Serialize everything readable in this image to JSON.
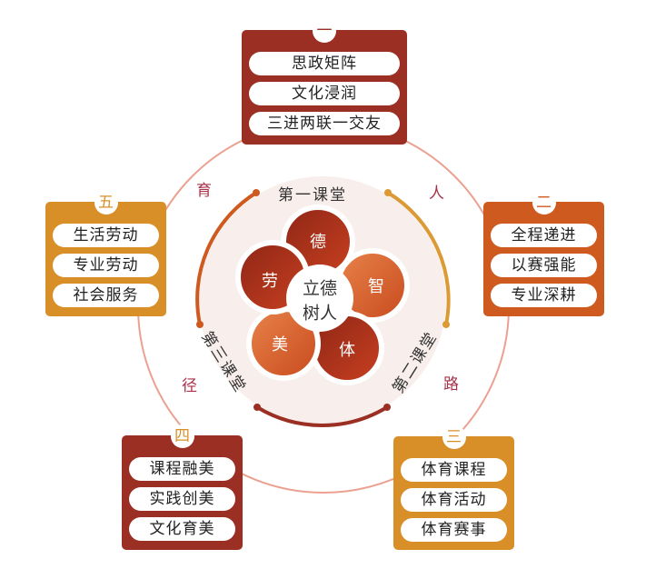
{
  "center": {
    "line1": "立德",
    "line2": "树人"
  },
  "petals": [
    "德",
    "智",
    "体",
    "美",
    "劳"
  ],
  "classrooms": [
    "第一课堂",
    "第二课堂",
    "第三课堂"
  ],
  "path_labels": [
    "育",
    "人",
    "路",
    "径"
  ],
  "boxes": [
    {
      "num": "一",
      "items": [
        "思政矩阵",
        "文化浸润",
        "三进两联一交友"
      ],
      "color": "#9c2f23"
    },
    {
      "num": "二",
      "items": [
        "全程递进",
        "以赛强能",
        "专业深耕"
      ],
      "color": "#cf5a1f"
    },
    {
      "num": "三",
      "items": [
        "体育课程",
        "体育活动",
        "体育赛事"
      ],
      "color": "#d98f27"
    },
    {
      "num": "四",
      "items": [
        "课程融美",
        "实践创美",
        "文化育美"
      ],
      "color": "#9c2f23"
    },
    {
      "num": "五",
      "items": [
        "生活劳动",
        "专业劳动",
        "社会服务"
      ],
      "color": "#d98f27"
    }
  ]
}
